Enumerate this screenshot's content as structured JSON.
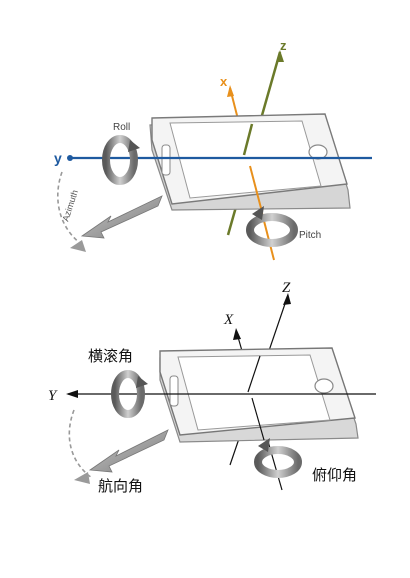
{
  "top_diagram": {
    "axis_y": "y",
    "axis_x": "x",
    "axis_z": "z",
    "roll": "Roll",
    "pitch": "Pitch",
    "azimuth": "Azimuth",
    "colors": {
      "axis_y": "#1e5aa0",
      "axis_x": "#e8901c",
      "axis_z": "#6b7a2a",
      "arrow": "#9a9a9a"
    }
  },
  "bottom_diagram": {
    "axis_y": "Y",
    "axis_x": "X",
    "axis_z": "Z",
    "roll": "横滚角",
    "pitch": "俯仰角",
    "azimuth": "航向角"
  }
}
